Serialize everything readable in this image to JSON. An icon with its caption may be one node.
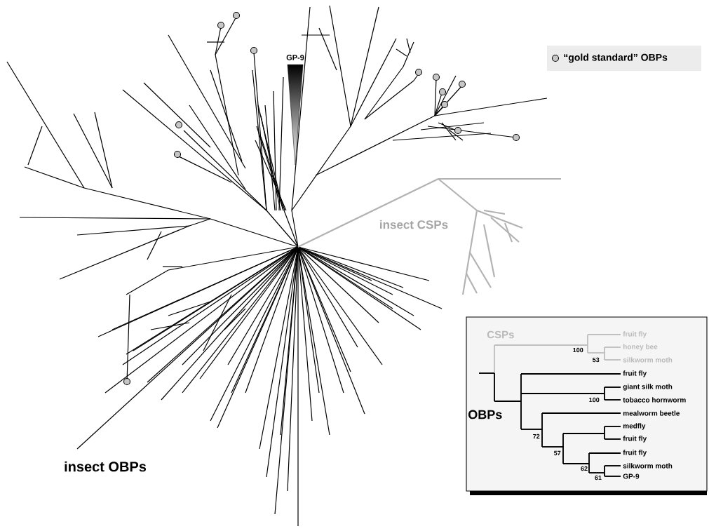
{
  "diagram": {
    "labels": [
      "GP-9",
      "insect CSPs",
      "CSPs",
      "fruit fly",
      "100",
      "honey bee",
      "53",
      "silkworm moth",
      "fruit fly",
      "giant silk moth",
      "100",
      "tobacco hornworm",
      "OBPs",
      "mealworm beetle",
      "medfly",
      "72",
      "fruit fly",
      "57",
      "fruit fly",
      "62",
      "silkworm moth",
      "61",
      "GP-9",
      "insect OBPs"
    ],
    "legend": [
      {
        "text": "“gold standard” OBPs"
      }
    ]
  }
}
